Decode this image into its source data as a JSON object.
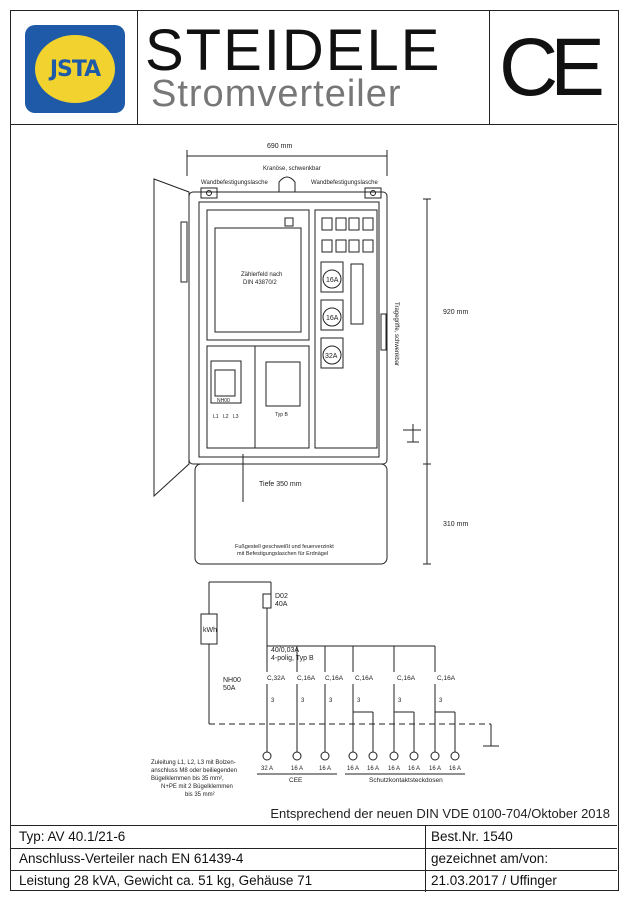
{
  "header": {
    "logo_text": "JSTA",
    "brand_name": "STEIDELE",
    "brand_sub": "Stromverteiler",
    "ce_mark": "CE"
  },
  "drawing": {
    "dim_width": "690 mm",
    "crane_eye": "Kranöse, schwenkbar",
    "wall_bracket_left": "Wandbefestigungslasche",
    "wall_bracket_right": "Wandbefestigungslasche",
    "meter_field_1": "Zählerfeld nach",
    "meter_field_2": "DIN 43870/2",
    "socket_16a_1": "16A",
    "socket_16a_2": "16A",
    "socket_32a": "32A",
    "nh00_label": "NH00",
    "l1": "L1",
    "l2": "L2",
    "l3": "L3",
    "typ_b": "Typ B",
    "handle_label": "Tragegriffe, schwenkbar",
    "dim_height": "920 mm",
    "depth": "Tiefe 350 mm",
    "dim_base": "310 mm",
    "base_note_1": "Fußgestell geschweißt und feuerverzinkt",
    "base_note_2": "mit Befestigungslaschen für Erdnägel"
  },
  "schematic": {
    "d02": "D02",
    "d02_rating": "40A",
    "kwh": "kWh",
    "rcd_1": "40/0,03A",
    "rcd_2": "4-polig, Typ B",
    "nh00": "NH00",
    "nh00_rating": "50A",
    "breakers": [
      "C,32A",
      "C,16A",
      "C,16A",
      "C,16A",
      "C,16A",
      "C,16A"
    ],
    "pole_labels": [
      "3",
      "3",
      "3",
      "3",
      "3",
      "3"
    ],
    "cee_ratings": [
      "32 A",
      "16 A",
      "16 A"
    ],
    "schuko_ratings": [
      "16 A",
      "16 A",
      "16 A",
      "16 A",
      "16 A",
      "16 A"
    ],
    "cee_group": "CEE",
    "schuko_group": "Schutzkontaktsteckdosen",
    "feed_note": [
      "Zuleitung L1, L2, L3 mit Bolzen-",
      "anschluss M8 oder beiliegenden",
      "Bügelklemmen bis 35 mm²,",
      "N+PE mit 2 Bügelklemmen",
      "bis 35 mm²"
    ]
  },
  "note": "Entsprechend der neuen DIN VDE 0100-704/Oktober 2018",
  "table": {
    "type": "Typ: AV 40.1/21-6",
    "order": "Best.Nr. 1540",
    "desc": "Anschluss-Verteiler nach EN 61439-4",
    "drawn_label": "gezeichnet am/von:",
    "specs": "Leistung 28 kVA, Gewicht ca. 51 kg, Gehäuse 71",
    "drawn_value": "21.03.2017 / Uffinger"
  }
}
